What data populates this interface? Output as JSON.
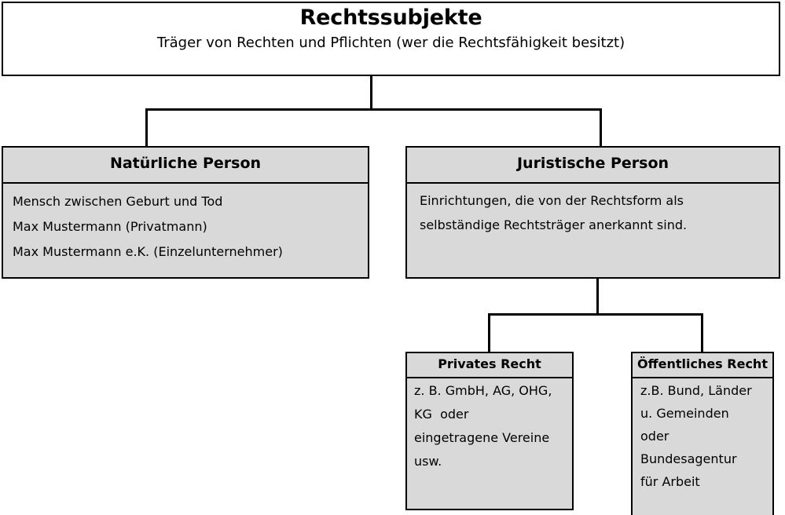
{
  "diagram": {
    "title": "Rechtssubjekte",
    "language": "de",
    "background_color": "#ffffff",
    "box_fill_color": "#d9d9d9",
    "border_color": "#000000"
  },
  "root": {
    "title": "Rechtssubjekte",
    "subtitle": "Träger von Rechten und Pflichten (wer die Rechtsfähigkeit besitzt)"
  },
  "level2": {
    "natuerliche_person": {
      "header": "Natürliche Person",
      "body_lines": [
        "Mensch zwischen Geburt und Tod",
        "Max Mustermann (Privatmann)",
        "Max Mustermann e.K. (Einzelunternehmer)"
      ]
    },
    "juristische_person": {
      "header": "Juristische Person",
      "body_lines": [
        "Einrichtungen, die von der Rechtsform als",
        "selbständige Rechtsträger anerkannt sind."
      ]
    }
  },
  "level3": {
    "privates_recht": {
      "header": "Privates Recht",
      "body_lines": [
        "z. B. GmbH, AG, OHG,",
        "KG  oder",
        "eingetragene Vereine",
        "usw."
      ]
    },
    "oeffentliches_recht": {
      "header": "Öffentliches Recht",
      "body_lines": [
        "z.B. Bund, Länder",
        "u. Gemeinden",
        "oder",
        "Bundesagentur",
        "für Arbeit"
      ]
    }
  }
}
